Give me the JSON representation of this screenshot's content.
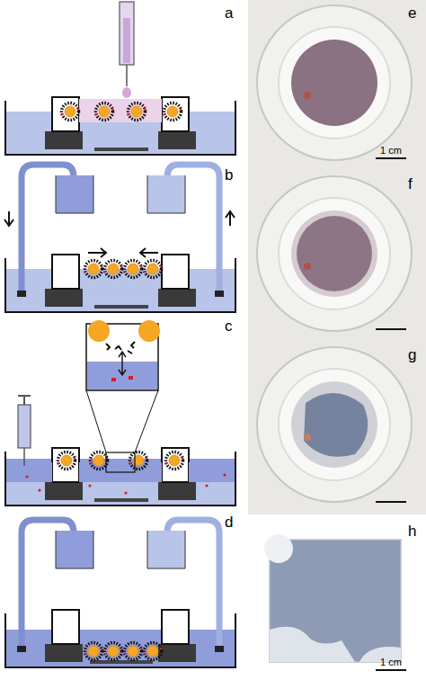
{
  "diagram": {
    "labels": [
      "a",
      "b",
      "c",
      "d",
      "e",
      "f",
      "g",
      "h",
      "1 cm",
      "1 cm"
    ]
  }
}
